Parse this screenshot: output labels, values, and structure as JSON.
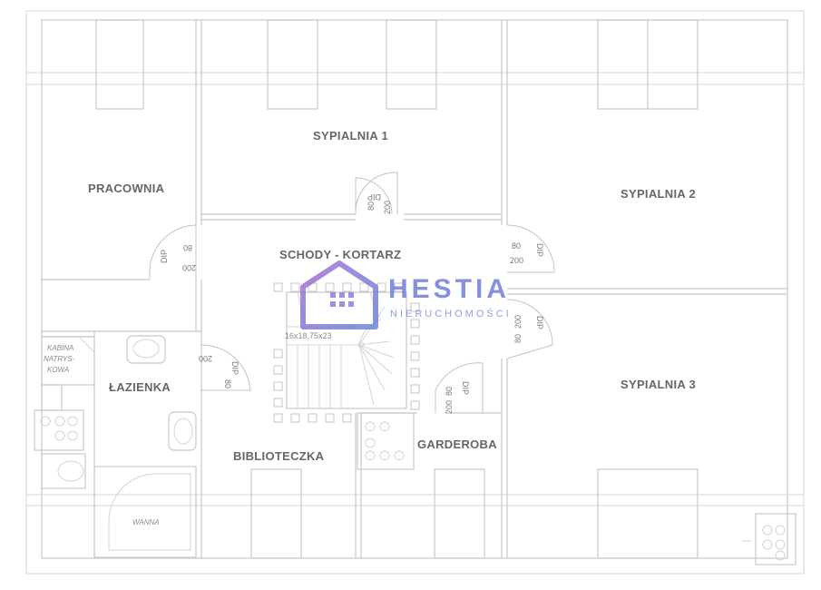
{
  "rooms": {
    "pracownia": "PRACOWNIA",
    "sypialnia1": "SYPIALNIA 1",
    "sypialnia2": "SYPIALNIA 2",
    "sypialnia3": "SYPIALNIA 3",
    "schody": "SCHODY - KORTARZ",
    "lazienka": "ŁAZIENKA",
    "biblioteczka": "BIBLIOTECZKA",
    "garderoba": "GARDEROBA"
  },
  "fixtures": {
    "kabina_line1": "KABINA",
    "kabina_line2": "NATRYS-",
    "kabina_line3": "KOWA",
    "wanna": "WANNA"
  },
  "stairs": {
    "spec": "16x18,75x23"
  },
  "doors": {
    "label": "DIP",
    "width": "80",
    "height": "200"
  },
  "watermark": {
    "name": "HESTIA",
    "subtitle": "NIERUCHOMOŚCI"
  },
  "colors": {
    "lines": "#c8c8c8",
    "labels": "#666666",
    "logo_blue": "#6f7fd9",
    "logo_purple": "#a879d6"
  }
}
